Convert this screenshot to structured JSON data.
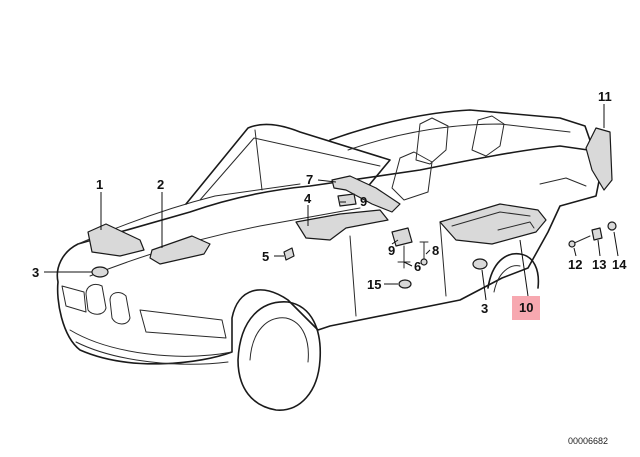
{
  "callouts": [
    {
      "id": "c1",
      "label": "1"
    },
    {
      "id": "c2",
      "label": "2"
    },
    {
      "id": "c3a",
      "label": "3"
    },
    {
      "id": "c3b",
      "label": "3"
    },
    {
      "id": "c4",
      "label": "4"
    },
    {
      "id": "c5",
      "label": "5"
    },
    {
      "id": "c6",
      "label": "6"
    },
    {
      "id": "c7",
      "label": "7"
    },
    {
      "id": "c8",
      "label": "8"
    },
    {
      "id": "c9a",
      "label": "9"
    },
    {
      "id": "c9b",
      "label": "9"
    },
    {
      "id": "c10",
      "label": "10",
      "highlighted": true,
      "highlight_color": "#f7a8b0"
    },
    {
      "id": "c11",
      "label": "11"
    },
    {
      "id": "c12",
      "label": "12"
    },
    {
      "id": "c13",
      "label": "13"
    },
    {
      "id": "c14",
      "label": "14"
    },
    {
      "id": "c15",
      "label": "15"
    }
  ],
  "document_number": "00006682"
}
